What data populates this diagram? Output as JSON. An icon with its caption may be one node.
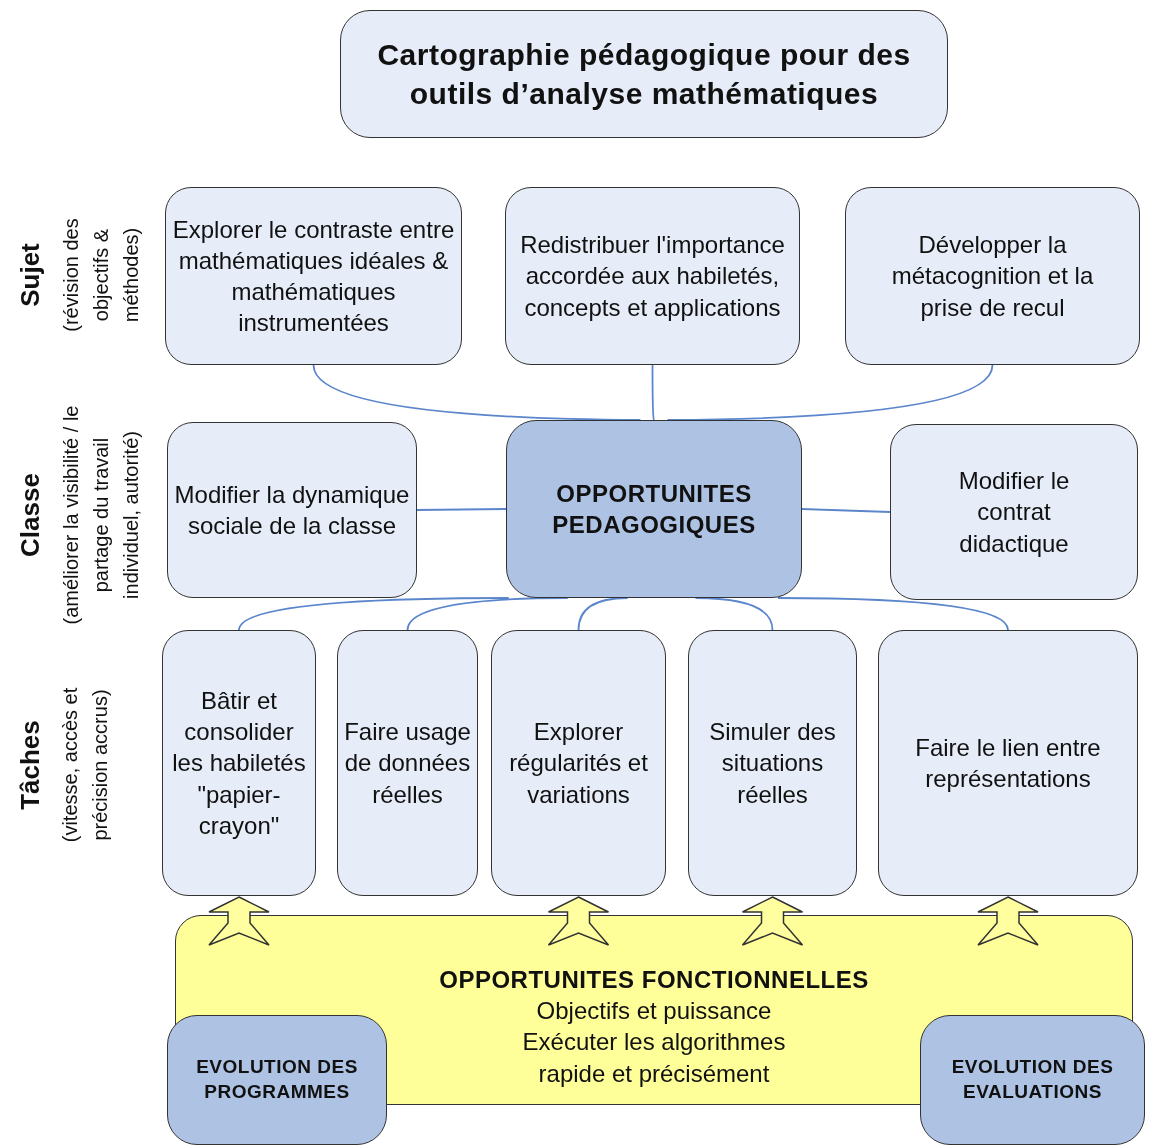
{
  "diagram": {
    "nodes": [
      {
        "text": [
          "Cartographie pédagogique pour des outils d’analyse mathématiques"
        ]
      },
      {
        "text": [
          "Explorer le contraste entre mathématiques idéales & mathématiques instrumentées"
        ]
      },
      {
        "text": [
          "Redistribuer l'importance accordée aux habiletés, concepts et applications"
        ]
      },
      {
        "text": [
          "Développer la métacognition et la prise de recul"
        ]
      },
      {
        "text": [
          "Modifier la dynamique sociale de la classe"
        ]
      },
      {
        "text": [
          "OPPORTUNITES PEDAGOGIQUES"
        ]
      },
      {
        "text": [
          "Modifier le contrat didactique"
        ]
      },
      {
        "text": [
          "Bâtir et consolider les habiletés \"papier-crayon\""
        ]
      },
      {
        "text": [
          "Faire usage de données réelles"
        ]
      },
      {
        "text": [
          "Explorer régularités et variations"
        ]
      },
      {
        "text": [
          "Simuler des situations réelles"
        ]
      },
      {
        "text": [
          "Faire le lien entre représentations"
        ]
      },
      {
        "text": [
          "OPPORTUNITES FONCTIONNELLES",
          "Objectifs et puissance Exécuter les algorithmes rapide et précisément"
        ]
      },
      {
        "text": [
          "EVOLUTION DES PROGRAMMES"
        ]
      },
      {
        "text": [
          "EVOLUTION DES EVALUATIONS"
        ]
      }
    ],
    "edges": [
      {
        "from": 5,
        "to": 1,
        "arrow": "none"
      },
      {
        "from": 5,
        "to": 2,
        "arrow": "none"
      },
      {
        "from": 5,
        "to": 3,
        "arrow": "none"
      },
      {
        "from": 5,
        "to": 4,
        "arrow": "none"
      },
      {
        "from": 5,
        "to": 6,
        "arrow": "none"
      },
      {
        "from": 5,
        "to": 7,
        "arrow": "none"
      },
      {
        "from": 5,
        "to": 8,
        "arrow": "none"
      },
      {
        "from": 5,
        "to": 9,
        "arrow": "none"
      },
      {
        "from": 5,
        "to": 10,
        "arrow": "none"
      },
      {
        "from": 5,
        "to": 11,
        "arrow": "none"
      },
      {
        "from": 12,
        "to": 7,
        "arrow": "to",
        "style": "thick",
        "color": "#ffffa0"
      },
      {
        "from": 12,
        "to": 9,
        "arrow": "to",
        "style": "thick",
        "color": "#ffffa0"
      },
      {
        "from": 12,
        "to": 10,
        "arrow": "to",
        "style": "thick",
        "color": "#ffffa0"
      },
      {
        "from": 12,
        "to": 11,
        "arrow": "to",
        "style": "thick",
        "color": "#ffffa0"
      }
    ],
    "labels": [
      "Sujet",
      "(révision des objectifs & méthodes)",
      "Classe",
      "(améliorer la visibilité / le partage du travail individuel, autorité)",
      "Tâches",
      "(vitesse, accès et précision accrus)"
    ]
  }
}
